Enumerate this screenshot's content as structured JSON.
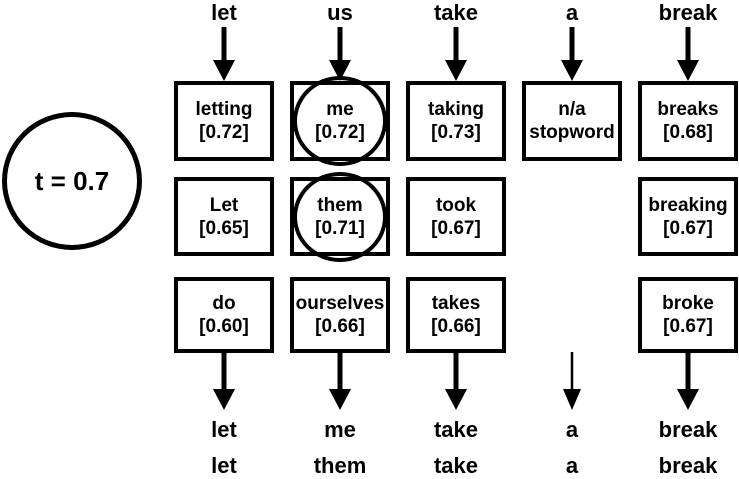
{
  "threshold": {
    "label": "t = 0.7"
  },
  "diagram_colors": {
    "stroke": "#000000",
    "background": "#ffffff"
  },
  "columns": [
    {
      "input": "let",
      "cells": {
        "r0": {
          "word": "letting",
          "annotation": "[0.72]"
        },
        "r1": {
          "word": "Let",
          "annotation": "[0.65]"
        },
        "r2": {
          "word": "do",
          "annotation": "[0.60]"
        }
      },
      "outputs": {
        "first": "let",
        "second": "let"
      }
    },
    {
      "input": "us",
      "cells": {
        "r0": {
          "word": "me",
          "annotation": "[0.72]",
          "circled": true
        },
        "r1": {
          "word": "them",
          "annotation": "[0.71]",
          "circled": true
        },
        "r2": {
          "word": "ourselves",
          "annotation": "[0.66]"
        }
      },
      "outputs": {
        "first": "me",
        "second": "them"
      }
    },
    {
      "input": "take",
      "cells": {
        "r0": {
          "word": "taking",
          "annotation": "[0.73]"
        },
        "r1": {
          "word": "took",
          "annotation": "[0.67]"
        },
        "r2": {
          "word": "takes",
          "annotation": "[0.66]"
        }
      },
      "outputs": {
        "first": "take",
        "second": "take"
      }
    },
    {
      "input": "a",
      "cells": {
        "r0": {
          "word": "n/a",
          "annotation": "stopword"
        }
      },
      "outputs": {
        "first": "a",
        "second": "a"
      }
    },
    {
      "input": "break",
      "cells": {
        "r0": {
          "word": "breaks",
          "annotation": "[0.68]"
        },
        "r1": {
          "word": "breaking",
          "annotation": "[0.67]"
        },
        "r2": {
          "word": "broke",
          "annotation": "[0.67]"
        }
      },
      "outputs": {
        "first": "break",
        "second": "break"
      }
    }
  ]
}
